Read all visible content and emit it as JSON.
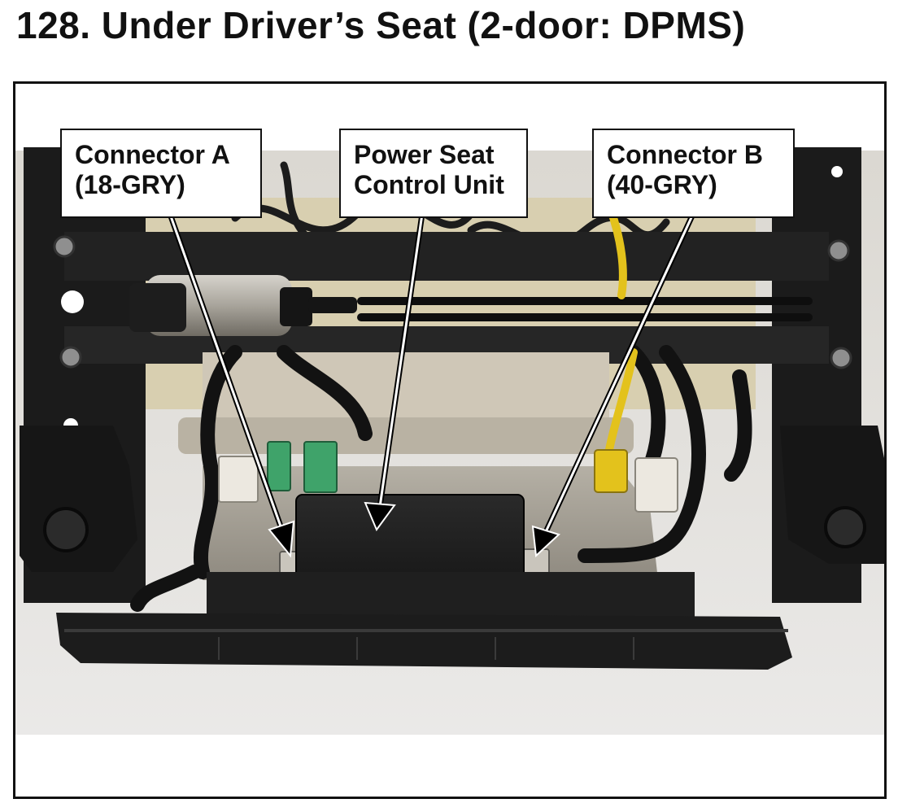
{
  "figure": {
    "title": "128.  Under Driver’s Seat (2-door: DPMS)"
  },
  "callouts": {
    "connector_a": {
      "line1": "Connector A",
      "line2": "(18-GRY)"
    },
    "power_seat_control_unit": {
      "line1": "Power Seat",
      "line2": "Control Unit"
    },
    "connector_b": {
      "line1": "Connector B",
      "line2": "(40-GRY)"
    }
  },
  "photo": {
    "subject": "underside of driver's seat frame with power seat motor, wiring harnesses and power seat control unit",
    "colors": {
      "seat_frame": "#1a1a1a",
      "seat_pan_fabric": "#d8cfb0",
      "wire_conduit": "#141414",
      "control_unit": "#1c1c1c",
      "green_connector": "#3fa36a",
      "yellow_connector": "#e3c21c",
      "white_connector": "#ece8e0",
      "motor_housing": "#b9b5ad",
      "floor_background": "#e9e9e7"
    }
  }
}
